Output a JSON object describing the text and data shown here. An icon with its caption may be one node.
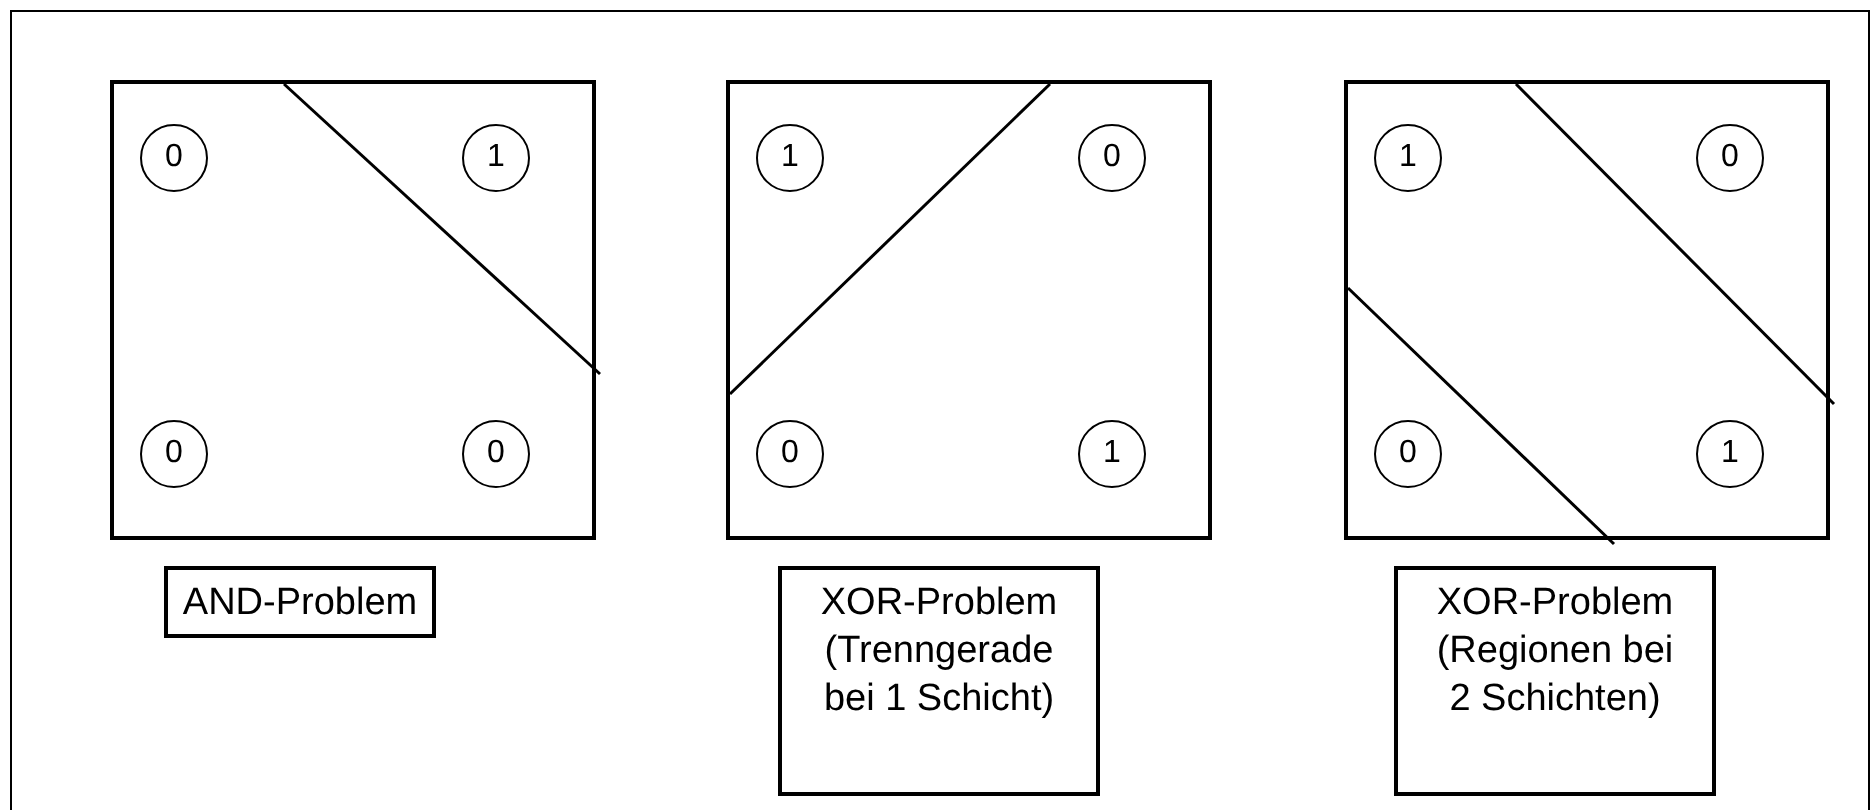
{
  "diagram": {
    "nodes": [
      {
        "text": [],
        "shape": "box"
      },
      {
        "text": [
          "0"
        ],
        "in": 0
      },
      {
        "text": [
          "1"
        ],
        "in": 0
      },
      {
        "text": [
          "0"
        ],
        "in": 0
      },
      {
        "text": [
          "0"
        ],
        "in": 0
      },
      {
        "text": [],
        "shape": "box"
      },
      {
        "text": [
          "1"
        ],
        "in": 5
      },
      {
        "text": [
          "0"
        ],
        "in": 5
      },
      {
        "text": [
          "0"
        ],
        "in": 5
      },
      {
        "text": [
          "1"
        ],
        "in": 5
      },
      {
        "text": [],
        "shape": "box"
      },
      {
        "text": [
          "1"
        ],
        "in": 10
      },
      {
        "text": [
          "0"
        ],
        "in": 10
      },
      {
        "text": [
          "0"
        ],
        "in": 10
      },
      {
        "text": [
          "1"
        ],
        "in": 10
      },
      {
        "text": [
          "AND-Problem"
        ]
      },
      {
        "text": [
          "XOR-Problem (Trenngerade bei 1 Schicht)"
        ]
      },
      {
        "text": [
          "XOR-Problem (Regionen bei 2 Schichten)"
        ]
      }
    ],
    "edges": []
  }
}
